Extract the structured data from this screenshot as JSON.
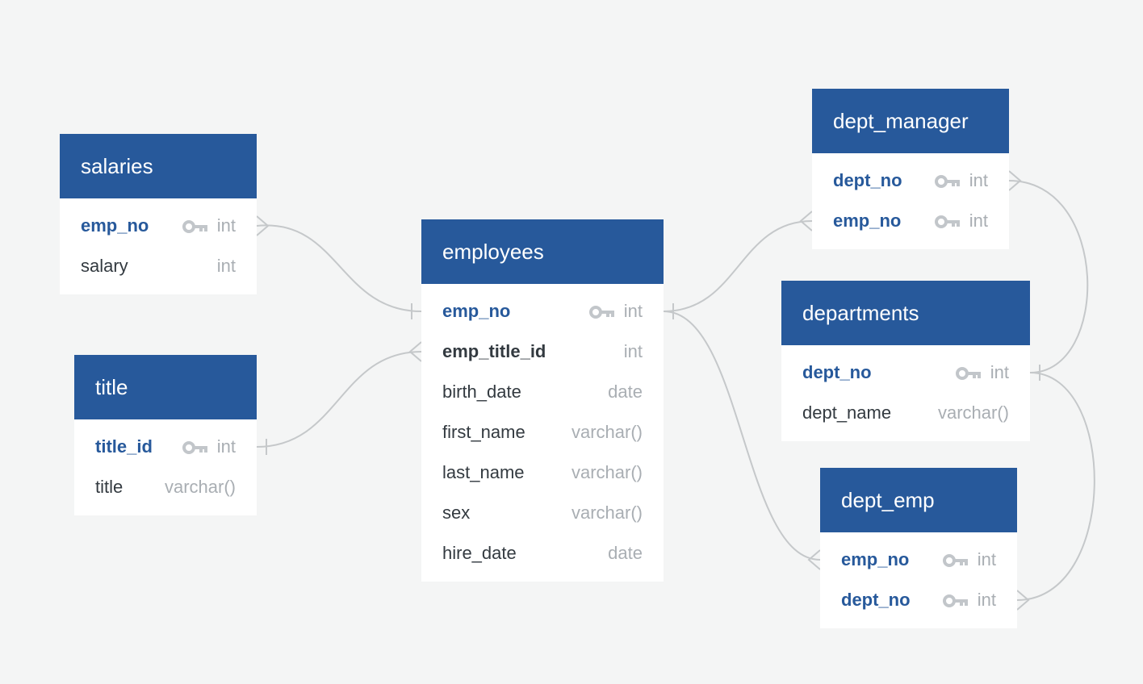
{
  "colors": {
    "background": "#f4f5f5",
    "header": "#27599b",
    "header_text": "#ffffff",
    "pk_text": "#27599b",
    "text": "#333a40",
    "type_text": "#a9aeb3",
    "key_icon": "#c2c6ca",
    "connector": "#c5c8ca"
  },
  "tables": {
    "salaries": {
      "title": "salaries",
      "columns": [
        {
          "name": "emp_no",
          "type": "int",
          "key": true
        },
        {
          "name": "salary",
          "type": "int",
          "key": false
        }
      ]
    },
    "title": {
      "title": "title",
      "columns": [
        {
          "name": "title_id",
          "type": "int",
          "key": true
        },
        {
          "name": "title",
          "type": "varchar()",
          "key": false
        }
      ]
    },
    "employees": {
      "title": "employees",
      "columns": [
        {
          "name": "emp_no",
          "type": "int",
          "key": true
        },
        {
          "name": "emp_title_id",
          "type": "int",
          "key": false
        },
        {
          "name": "birth_date",
          "type": "date",
          "key": false
        },
        {
          "name": "first_name",
          "type": "varchar()",
          "key": false
        },
        {
          "name": "last_name",
          "type": "varchar()",
          "key": false
        },
        {
          "name": "sex",
          "type": "varchar()",
          "key": false
        },
        {
          "name": "hire_date",
          "type": "date",
          "key": false
        }
      ]
    },
    "dept_manager": {
      "title": "dept_manager",
      "columns": [
        {
          "name": "dept_no",
          "type": "int",
          "key": true
        },
        {
          "name": "emp_no",
          "type": "int",
          "key": true
        }
      ]
    },
    "departments": {
      "title": "departments",
      "columns": [
        {
          "name": "dept_no",
          "type": "int",
          "key": true
        },
        {
          "name": "dept_name",
          "type": "varchar()",
          "key": false
        }
      ]
    },
    "dept_emp": {
      "title": "dept_emp",
      "columns": [
        {
          "name": "emp_no",
          "type": "int",
          "key": true
        },
        {
          "name": "dept_no",
          "type": "int",
          "key": true
        }
      ]
    }
  },
  "relationships": [
    {
      "from": "salaries.emp_no",
      "to": "employees.emp_no",
      "from_end": "many",
      "to_end": "one"
    },
    {
      "from": "title.title_id",
      "to": "employees.emp_title_id",
      "from_end": "one",
      "to_end": "many"
    },
    {
      "from": "employees.emp_no",
      "to": "dept_manager.emp_no",
      "from_end": "one",
      "to_end": "many"
    },
    {
      "from": "employees.emp_no",
      "to": "dept_emp.emp_no",
      "from_end": "one",
      "to_end": "many"
    },
    {
      "from": "dept_manager.dept_no",
      "to": "departments.dept_no",
      "from_end": "many",
      "to_end": "one"
    },
    {
      "from": "dept_emp.dept_no",
      "to": "departments.dept_no",
      "from_end": "many",
      "to_end": "one"
    }
  ]
}
